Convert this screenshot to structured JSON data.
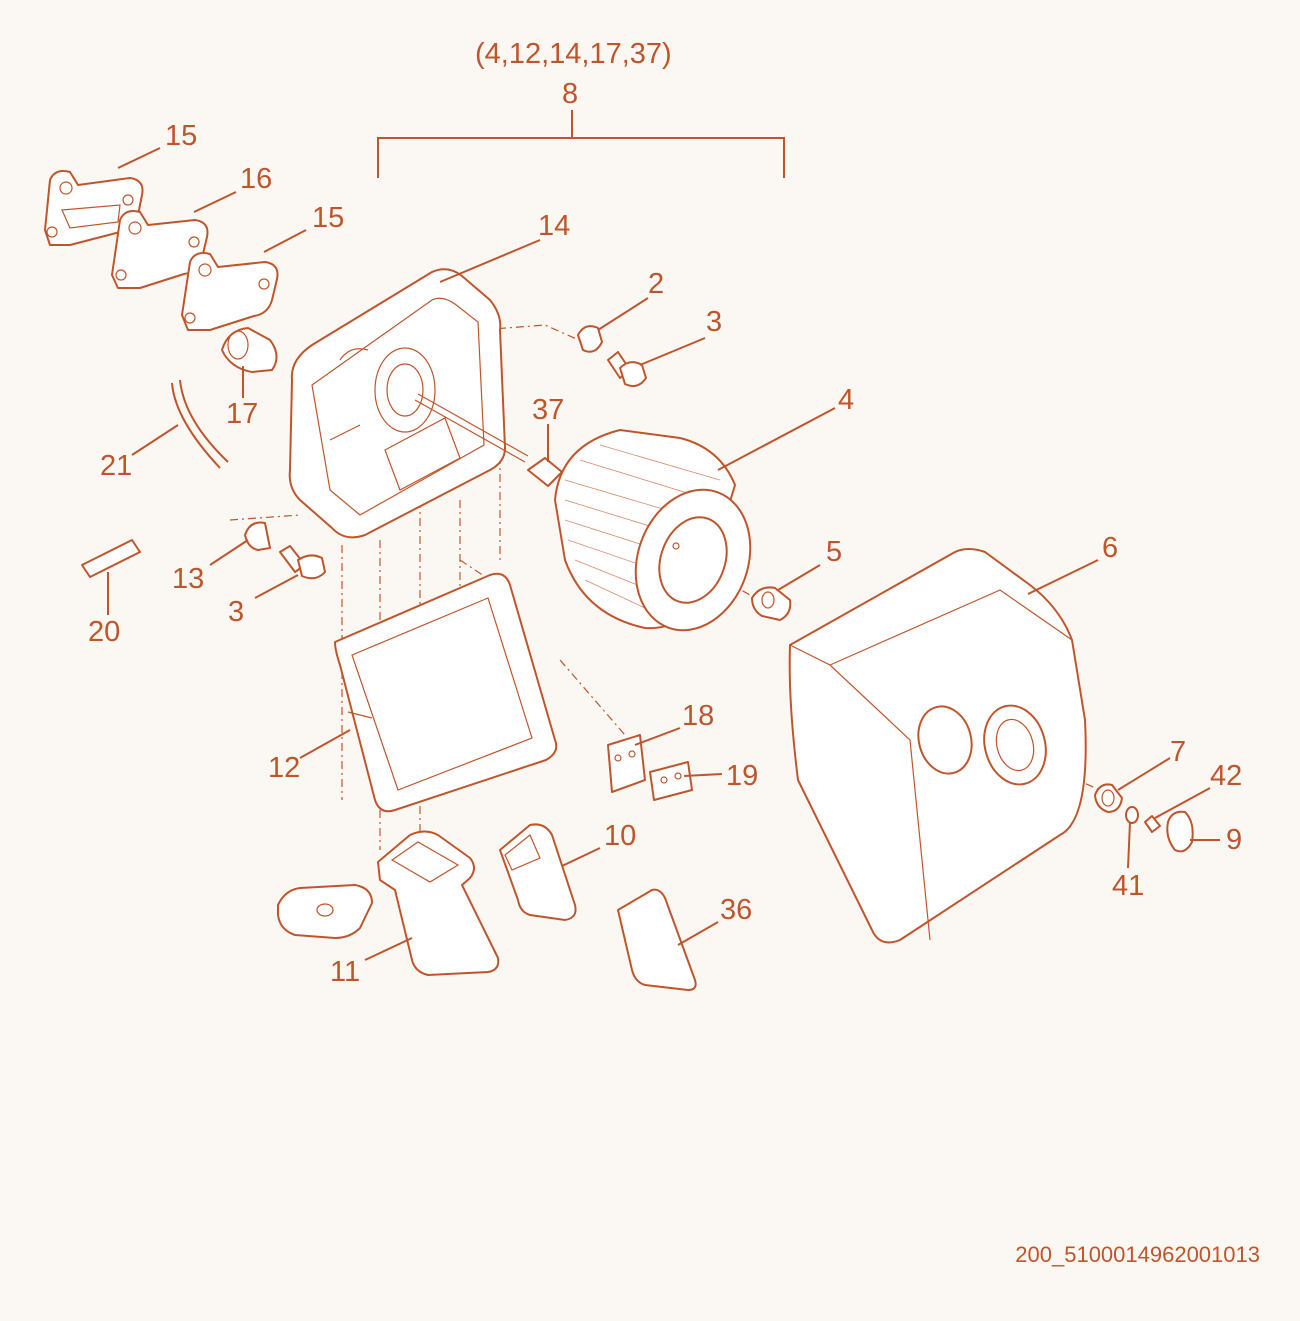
{
  "header": {
    "group_list": "(4,12,14,17,37)",
    "group_ref": "8"
  },
  "callouts": [
    {
      "id": "c15a",
      "text": "15"
    },
    {
      "id": "c16",
      "text": "16"
    },
    {
      "id": "c15b",
      "text": "15"
    },
    {
      "id": "c14",
      "text": "14"
    },
    {
      "id": "c2",
      "text": "2"
    },
    {
      "id": "c3a",
      "text": "3"
    },
    {
      "id": "c37",
      "text": "37"
    },
    {
      "id": "c4",
      "text": "4"
    },
    {
      "id": "c17",
      "text": "17"
    },
    {
      "id": "c21",
      "text": "21"
    },
    {
      "id": "c13",
      "text": "13"
    },
    {
      "id": "c3b",
      "text": "3"
    },
    {
      "id": "c20",
      "text": "20"
    },
    {
      "id": "c5",
      "text": "5"
    },
    {
      "id": "c6",
      "text": "6"
    },
    {
      "id": "c12",
      "text": "12"
    },
    {
      "id": "c18",
      "text": "18"
    },
    {
      "id": "c19",
      "text": "19"
    },
    {
      "id": "c7",
      "text": "7"
    },
    {
      "id": "c42",
      "text": "42"
    },
    {
      "id": "c9",
      "text": "9"
    },
    {
      "id": "c41",
      "text": "41"
    },
    {
      "id": "c10",
      "text": "10"
    },
    {
      "id": "c36",
      "text": "36"
    },
    {
      "id": "c11",
      "text": "11"
    }
  ],
  "drawing_id": "200_5100014962001013",
  "colors": {
    "line": "#c0552b",
    "background": "#fbf8f3"
  }
}
